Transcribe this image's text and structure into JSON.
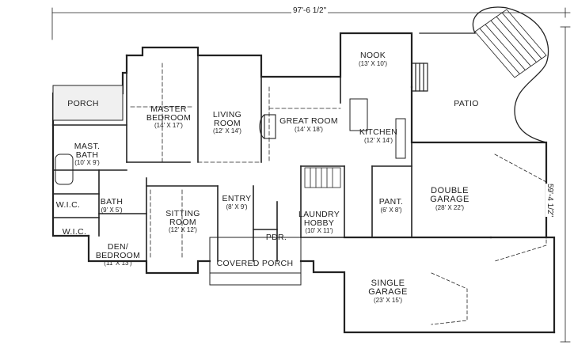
{
  "plan": {
    "overall_width": "97'-6 1/2\"",
    "overall_depth": "59'-4 1/2\"",
    "rooms": {
      "porch": {
        "name": "PORCH"
      },
      "master_bedroom": {
        "name_1": "MASTER",
        "name_2": "BEDROOM",
        "dim": "(14' X 17')"
      },
      "living_room": {
        "name_1": "LIVING",
        "name_2": "ROOM",
        "dim": "(12' X 14')"
      },
      "great_room": {
        "name": "GREAT ROOM",
        "dim": "(14' X 18')"
      },
      "nook": {
        "name": "NOOK",
        "dim": "(13' X 10')"
      },
      "patio": {
        "name": "PATIO"
      },
      "kitchen": {
        "name": "KITCHEN",
        "dim": "(12' X 14')"
      },
      "mast_bath": {
        "name_1": "MAST.",
        "name_2": "BATH",
        "dim": "(10' X 9')"
      },
      "wic_1": {
        "name": "W.I.C."
      },
      "bath": {
        "name": "BATH",
        "dim": "(9' X 5')"
      },
      "wic_2": {
        "name": "W.I.C."
      },
      "den": {
        "name_1": "DEN/",
        "name_2": "BEDROOM",
        "dim": "(11' X 13')"
      },
      "sitting_room": {
        "name_1": "SITTING",
        "name_2": "ROOM",
        "dim": "(12' X 12')"
      },
      "entry": {
        "name": "ENTRY",
        "dim": "(8' X 9')"
      },
      "pdr": {
        "name": "PDR."
      },
      "laundry": {
        "name_1": "LAUNDRY",
        "name_2": "HOBBY",
        "dim": "(10' X 11')"
      },
      "pant": {
        "name": "PANT.",
        "dim": "(6' X 8')"
      },
      "double_garage": {
        "name_1": "DOUBLE",
        "name_2": "GARAGE",
        "dim": "(28' X 22')"
      },
      "covered_porch": {
        "name": "COVERED PORCH"
      },
      "single_garage": {
        "name_1": "SINGLE",
        "name_2": "GARAGE",
        "dim": "(23' X 15')"
      }
    }
  }
}
